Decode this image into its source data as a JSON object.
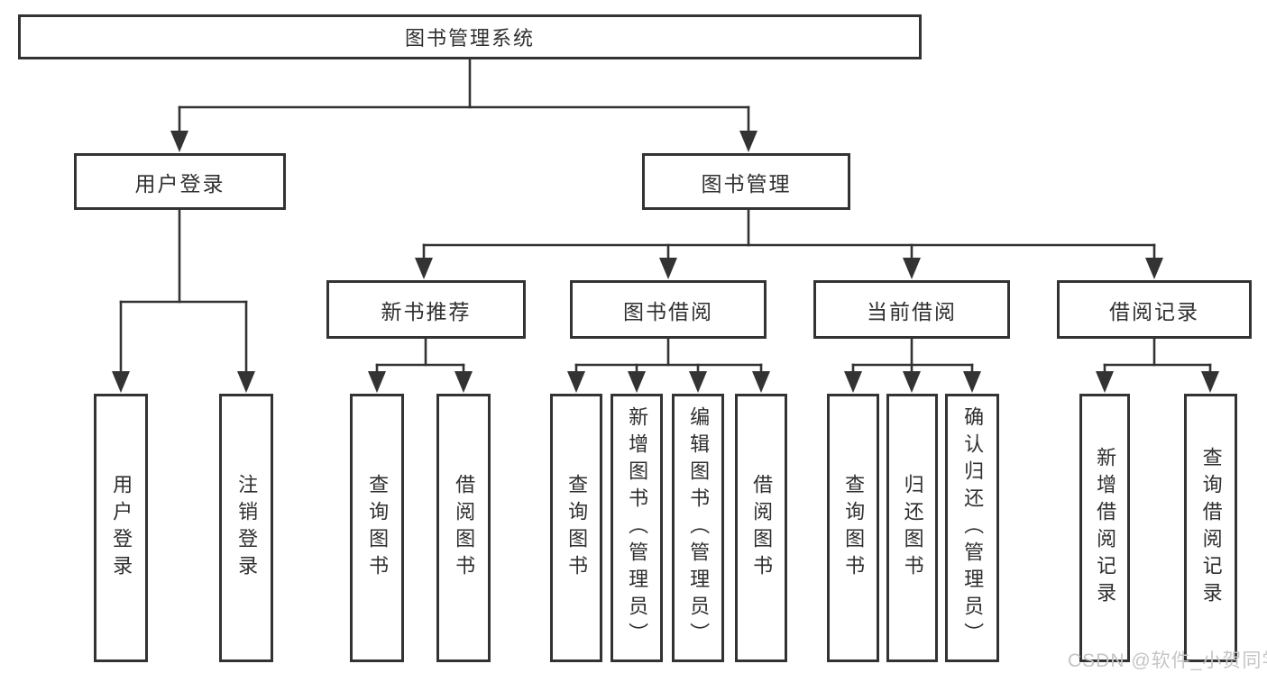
{
  "colors": {
    "line": "#333333",
    "text": "#2f2f2f",
    "background": "#ffffff",
    "watermark": "#c5c5c5"
  },
  "watermark": {
    "text": "CSDN @软件_小贺同学"
  },
  "diagram": {
    "root": {
      "label": "图书管理系统"
    },
    "branches": {
      "user_login": {
        "label": "用户登录",
        "children": {
          "login": {
            "label": "用户登录"
          },
          "logout": {
            "label": "注销登录"
          }
        }
      },
      "book_mgmt": {
        "label": "图书管理",
        "sections": {
          "new_book_rec": {
            "label": "新书推荐",
            "children": {
              "query_book": {
                "label": "查询图书"
              },
              "borrow_book": {
                "label": "借阅图书"
              }
            }
          },
          "book_borrow": {
            "label": "图书借阅",
            "children": {
              "query_book": {
                "label": "查询图书"
              },
              "add_book": {
                "label": "新增图书（管理员）"
              },
              "edit_book": {
                "label": "编辑图书（管理员）"
              },
              "borrow_book": {
                "label": "借阅图书"
              }
            }
          },
          "current_borrow": {
            "label": "当前借阅",
            "children": {
              "query_book": {
                "label": "查询图书"
              },
              "return_book": {
                "label": "归还图书"
              },
              "confirm_return": {
                "label": "确认归还（管理员）"
              }
            }
          },
          "borrow_record": {
            "label": "借阅记录",
            "children": {
              "add_record": {
                "label": "新增借阅记录"
              },
              "query_record": {
                "label": "查询借阅记录"
              }
            }
          }
        }
      }
    }
  }
}
